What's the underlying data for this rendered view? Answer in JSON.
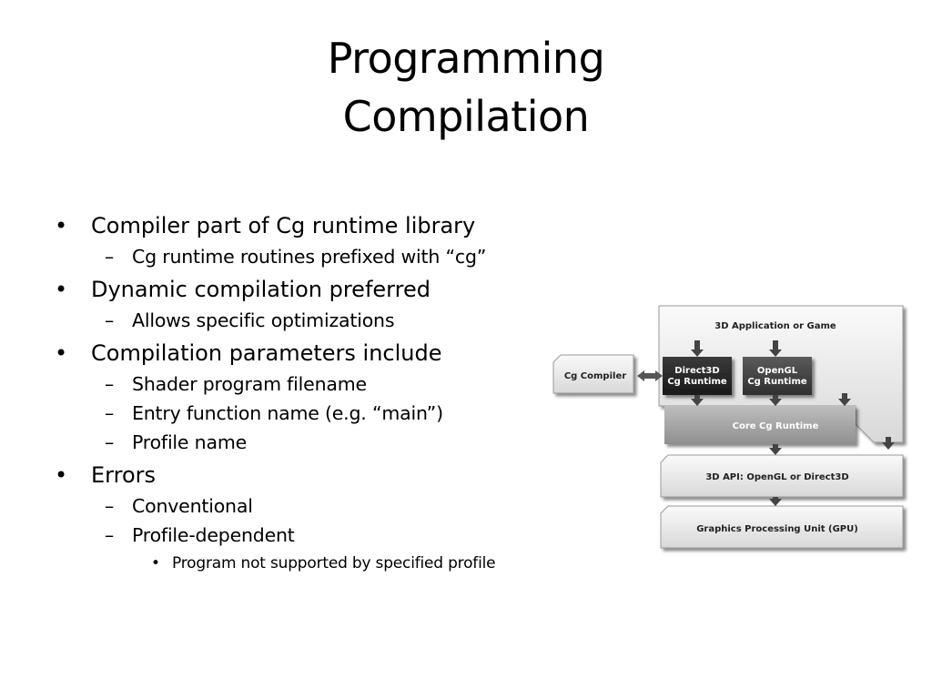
{
  "title": {
    "line1": "Programming",
    "line2": "Compilation"
  },
  "bullets": [
    {
      "level": 1,
      "marker": "•",
      "text": "Compiler part of Cg runtime library"
    },
    {
      "level": 2,
      "marker": "–",
      "text": "Cg runtime routines prefixed with “cg”"
    },
    {
      "level": 1,
      "marker": "•",
      "text": "Dynamic compilation preferred"
    },
    {
      "level": 2,
      "marker": "–",
      "text": "Allows specific optimizations"
    },
    {
      "level": 1,
      "marker": "•",
      "text": "Compilation parameters include"
    },
    {
      "level": 2,
      "marker": "–",
      "text": "Shader program filename"
    },
    {
      "level": 2,
      "marker": "–",
      "text": "Entry function name (e.g. “main”)"
    },
    {
      "level": 2,
      "marker": "–",
      "text": "Profile name"
    },
    {
      "level": 1,
      "marker": "•",
      "text": "Errors"
    },
    {
      "level": 2,
      "marker": "–",
      "text": "Conventional"
    },
    {
      "level": 2,
      "marker": "–",
      "text": "Profile-dependent"
    },
    {
      "level": 3,
      "marker": "•",
      "text": "Program not supported by specified profile"
    }
  ],
  "diagram": {
    "app": "3D Application or Game",
    "compiler": "Cg Compiler",
    "d3d_line1": "Direct3D",
    "d3d_line2": "Cg Runtime",
    "ogl_line1": "OpenGL",
    "ogl_line2": "Cg Runtime",
    "core": "Core Cg Runtime",
    "api": "3D API: OpenGL or Direct3D",
    "gpu": "Graphics Processing Unit (GPU)"
  }
}
